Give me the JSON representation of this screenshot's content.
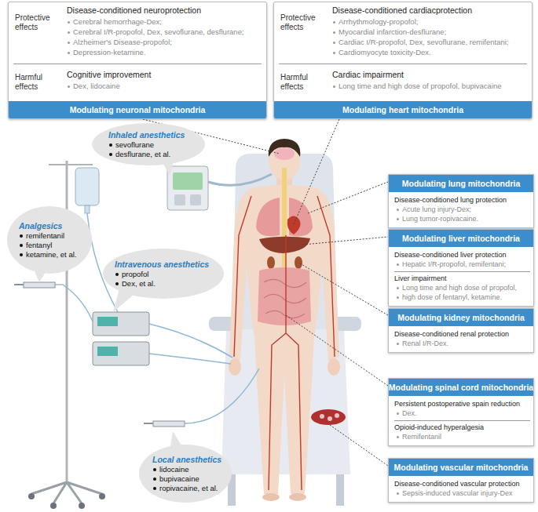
{
  "diagram": {
    "nodes": [
      {
        "text": [
          "Protective effects",
          "Disease-conditioned neuroprotection",
          "Cerebral hemorrhage-Dex;",
          "Cerebral I/R-propofol, Dex, sevoflurane, desflurane;",
          "Alzheimer's Disease-propofol;",
          "Depression-ketamine.",
          "Harmful effects",
          "Cognitive improvement",
          "Dex, lidocaine"
        ]
      },
      {
        "text": [
          "Modulating neuronal mitochondria"
        ],
        "in": 0
      },
      {
        "text": [
          "Protective effects",
          "Disease-conditioned cardiacprotection",
          "Arrhythmology-propofol;",
          "Myocardial infarction-desflurane;",
          "Cardiac I/R-propofol, Dex, sevoflurane, remifentani;",
          "Cardiomyocyte toxicity-Dex.",
          "Harmful effects",
          "Cardiac impairment",
          "Long time and high dose of propofol, bupivacaine"
        ]
      },
      {
        "text": [
          "Modulating heart mitochondria"
        ],
        "in": 2
      },
      {
        "text": [
          "Inhaled anesthetics",
          "sevoflurane",
          "desflurane, et al."
        ]
      },
      {
        "text": [
          "Analgesics",
          "remifentanil",
          "fentanyl",
          "ketamine, et al."
        ]
      },
      {
        "text": [
          "Intravenous anesthetics",
          "propofol",
          "Dex, et al."
        ]
      },
      {
        "text": [
          "Disease-conditioned lung protection",
          "Acute lung injury-Dex;",
          "Lung tumor-ropivacaine."
        ]
      },
      {
        "text": [
          "Modulating lung mitochondria"
        ],
        "in": 7
      },
      {
        "text": [
          "Disease-conditioned liver protection",
          "Hepatic I/R-propofol, remifentani;",
          "Liver impairment",
          "Long time and high dose of propofol,",
          "high dose of fentanyl, ketamine."
        ]
      },
      {
        "text": [
          "Modulating liver mitochondria"
        ],
        "in": 9
      },
      {
        "text": [
          "Disease-conditioned renal protection",
          "Renal I/R-Dex."
        ]
      },
      {
        "text": [
          "Modulating kidney mitochondria"
        ],
        "in": 11
      },
      {
        "text": [
          "Persistent postoperative spain reduction",
          "Dex.",
          "Opioid-induced hyperalgesia",
          "Remifentanil"
        ]
      },
      {
        "text": [
          "Modulating spinal cord mitochondria"
        ],
        "in": 13
      },
      {
        "text": [
          "Local anesthetics",
          "lidocaine",
          "bupivacaine",
          "ropivacaine, et al."
        ]
      },
      {
        "text": [
          "Disease-conditioned vascular protection",
          "Sepsis-induced vascular injury-Dex"
        ]
      },
      {
        "text": [
          "Modulating vascular mitochondria"
        ],
        "in": 16
      }
    ]
  }
}
